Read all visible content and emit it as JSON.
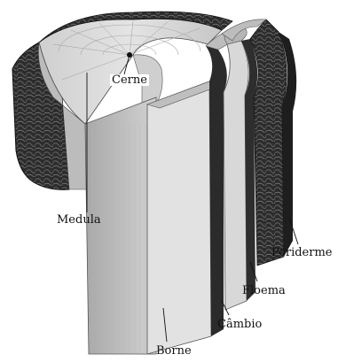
{
  "diagram": {
    "labels": {
      "cerne": "Cerne",
      "medula": "Medula",
      "periderme": "Periderme",
      "floema": "Floema",
      "cambio": "Câmbio",
      "borne": "Borne"
    },
    "colors": {
      "bark": "#2a2a2a",
      "wood_top": "#d4d4d4",
      "wood_side": "#bdbdbd",
      "shadow": "#3a3a3a",
      "line": "#111111"
    }
  }
}
